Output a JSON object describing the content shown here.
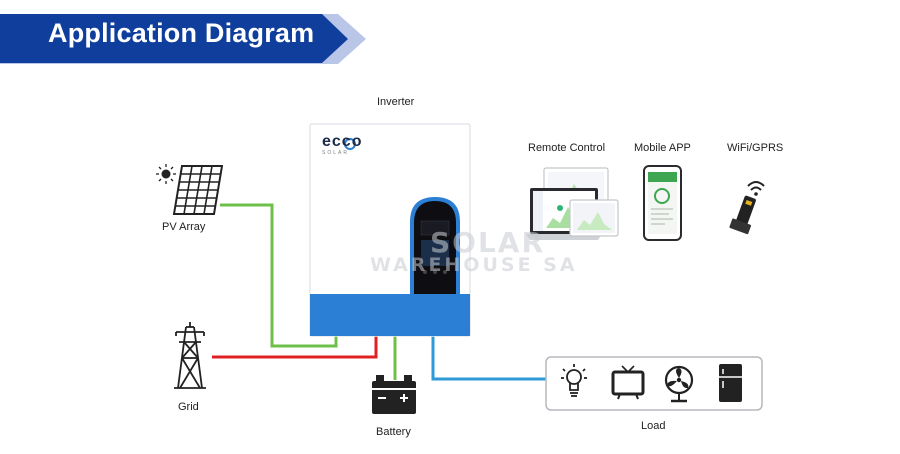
{
  "header": {
    "title": "Application Diagram"
  },
  "colors": {
    "banner_blue": "#0f3e9c",
    "banner_light": "#b9c6e8",
    "inverter_blue": "#2b7fd4",
    "pv_wire": "#6cc04a",
    "grid_wire": "#e02020",
    "load_wire": "#2e9ad6"
  },
  "nodes": {
    "inverter": {
      "label": "Inverter",
      "brand": "ECCO",
      "brand_sub": "SOLAR"
    },
    "pv_array": {
      "label": "PV Array"
    },
    "grid": {
      "label": "Grid"
    },
    "battery": {
      "label": "Battery"
    },
    "load": {
      "label": "Load"
    },
    "remote_control": {
      "label": "Remote Control"
    },
    "mobile_app": {
      "label": "Mobile APP"
    },
    "wifi_gprs": {
      "label": "WiFi/GPRS"
    }
  },
  "watermark": {
    "line1": "SOLAR",
    "line2": "WAREHOUSE SA"
  }
}
